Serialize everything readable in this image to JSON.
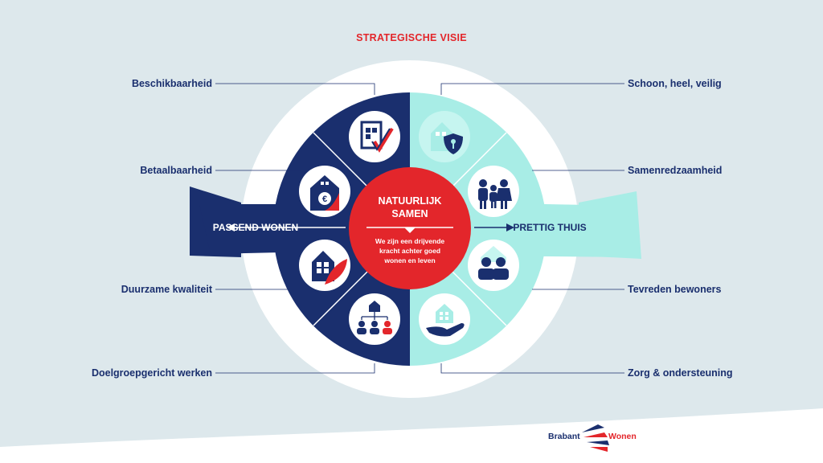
{
  "title": "STRATEGISCHE VISIE",
  "center": {
    "heading_line1": "NATUURLIJK",
    "heading_line2": "SAMEN",
    "sub_line1": "We zijn een drijvende",
    "sub_line2": "kracht achter goed",
    "sub_line3": "wonen en leven"
  },
  "left_side": {
    "banner": "PASSEND WONEN",
    "items": [
      "Beschikbaarheid",
      "Betaalbaarheid",
      "Duurzame kwaliteit",
      "Doelgroepgericht werken"
    ],
    "icons": [
      "house-check-icon",
      "house-euro-icon",
      "house-leaf-icon",
      "org-chart-people-icon"
    ]
  },
  "right_side": {
    "banner": "PRETTIG THUIS",
    "items": [
      "Schoon, heel, veilig",
      "Samenredzaamheid",
      "Tevreden bewoners",
      "Zorg & ondersteuning"
    ],
    "icons": [
      "house-shield-key-icon",
      "family-group-icon",
      "two-residents-icon",
      "hand-holding-house-icon"
    ]
  },
  "logo": {
    "word1": "Brabant",
    "word2": "Wonen"
  },
  "colors": {
    "navy": "#1a2f6e",
    "red": "#e3262b",
    "mint": "#a8ede6",
    "mint_light": "#c6f5f0",
    "background": "#dde8ec",
    "white": "#ffffff"
  }
}
